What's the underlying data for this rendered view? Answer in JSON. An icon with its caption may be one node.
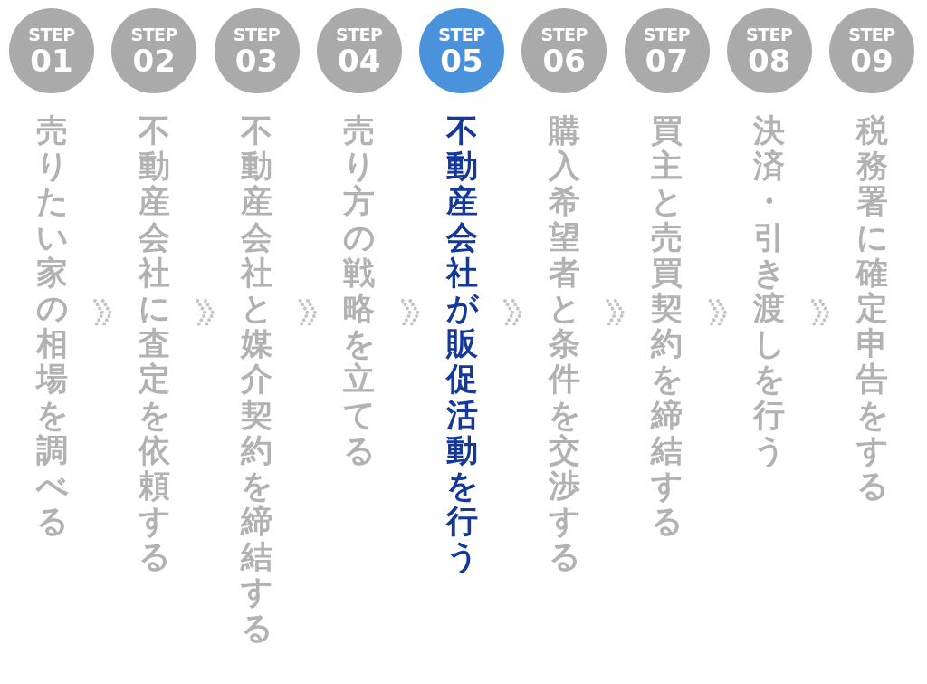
{
  "diagram": {
    "nodes": [
      {
        "text": [
          "STEP",
          "01",
          "売りたい家の相場を調べる"
        ]
      },
      {
        "text": [
          "STEP",
          "02",
          "不動産会社に査定を依頼する"
        ]
      },
      {
        "text": [
          "STEP",
          "03",
          "不動産会社と媒介契約を締結する"
        ]
      },
      {
        "text": [
          "STEP",
          "04",
          "売り方の戦略を立てる"
        ]
      },
      {
        "text": [
          "STEP",
          "05",
          "不動産会社が販促活動を行う"
        ]
      },
      {
        "text": [
          "STEP",
          "06",
          "購入希望者と条件を交渉する"
        ]
      },
      {
        "text": [
          "STEP",
          "07",
          "買主と売買契約を締結する"
        ]
      },
      {
        "text": [
          "STEP",
          "08",
          "決済・引き渡しを行う"
        ]
      },
      {
        "text": [
          "STEP",
          "09",
          "税務署に確定申告をする"
        ]
      }
    ],
    "edges": [
      {
        "from": 0,
        "to": 1,
        "arrow": "to"
      },
      {
        "from": 1,
        "to": 2,
        "arrow": "to"
      },
      {
        "from": 2,
        "to": 3,
        "arrow": "to"
      },
      {
        "from": 3,
        "to": 4,
        "arrow": "to"
      },
      {
        "from": 4,
        "to": 5,
        "arrow": "to"
      },
      {
        "from": 5,
        "to": 6,
        "arrow": "to"
      },
      {
        "from": 6,
        "to": 7,
        "arrow": "to"
      },
      {
        "from": 7,
        "to": 8,
        "arrow": "to"
      }
    ]
  }
}
